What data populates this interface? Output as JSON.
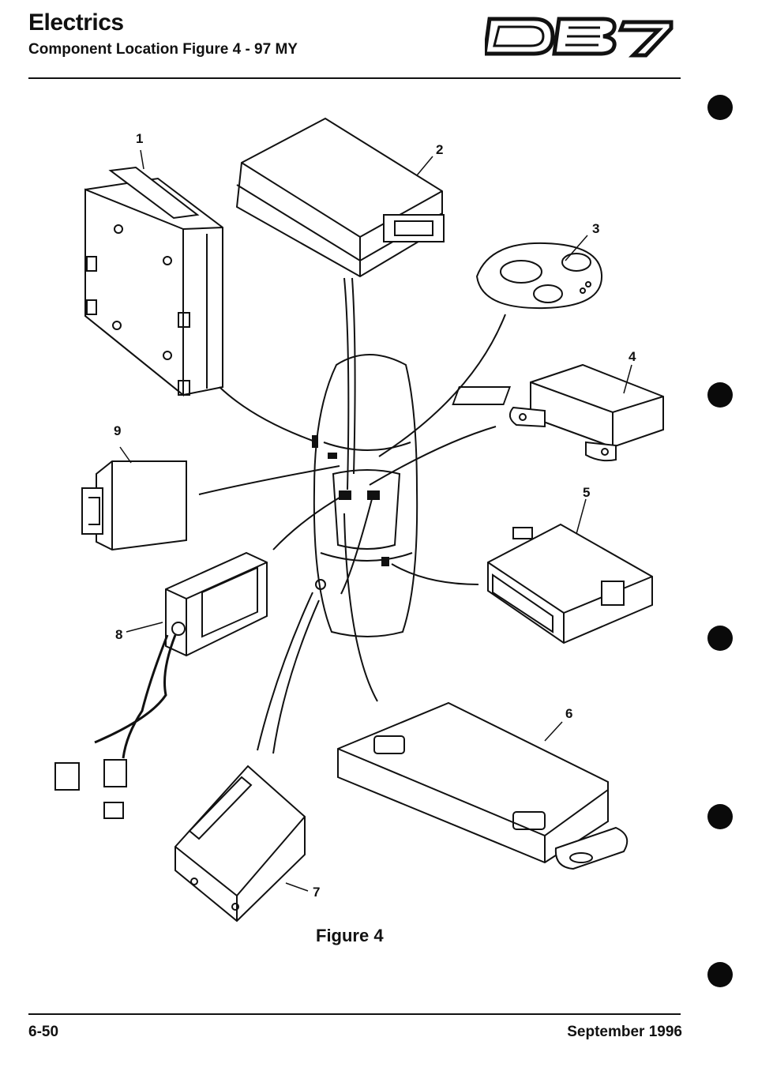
{
  "header": {
    "title": "Electrics",
    "subtitle": "Component Location Figure 4 - 97 MY",
    "logo_text": "DB7"
  },
  "figure": {
    "caption": "Figure 4",
    "callouts": [
      "1",
      "2",
      "3",
      "4",
      "5",
      "6",
      "7",
      "8",
      "9"
    ]
  },
  "footer": {
    "page_number": "6-50",
    "date": "September 1996"
  }
}
